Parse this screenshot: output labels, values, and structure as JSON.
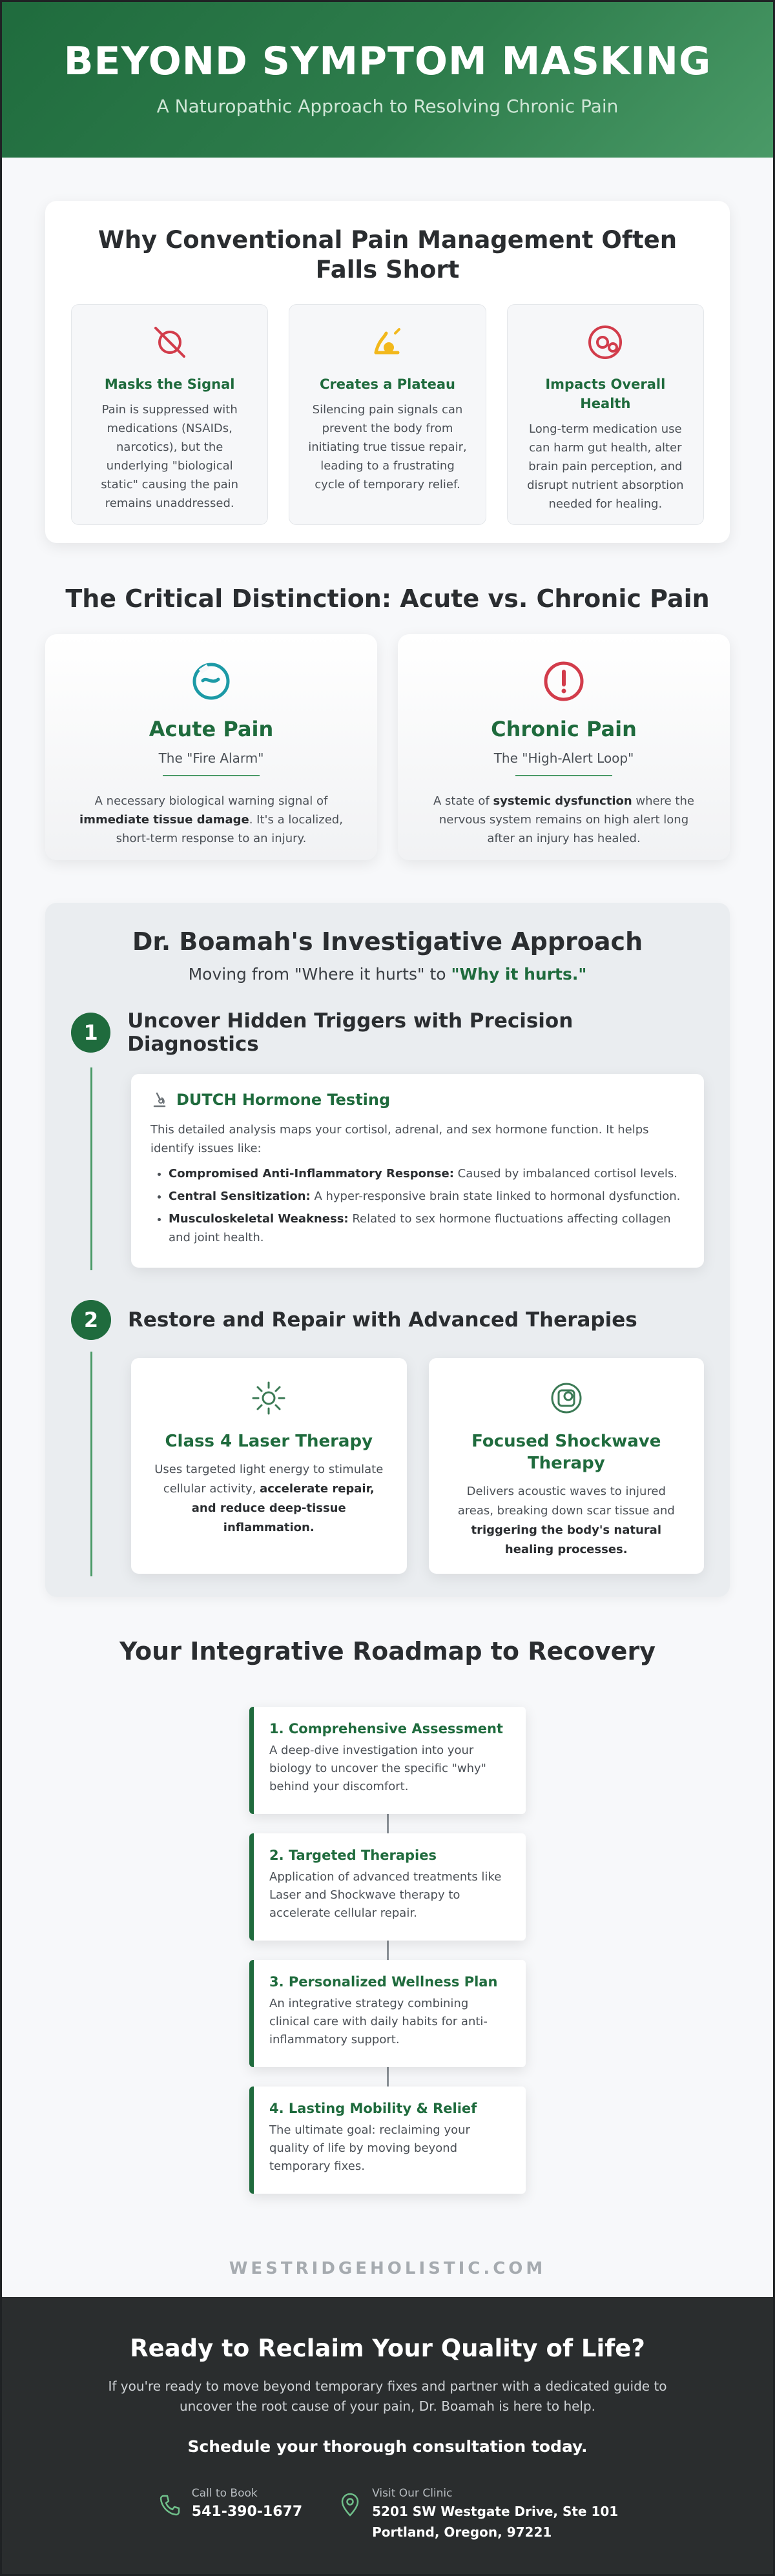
{
  "header": {
    "title": "BEYOND SYMPTOM MASKING",
    "subtitle": "A Naturopathic Approach to Resolving Chronic Pain"
  },
  "why": {
    "title": "Why Conventional Pain Management Often Falls Short",
    "items": [
      {
        "icon": "crossed-pill-icon",
        "title": "Masks the Signal",
        "text": "Pain is suppressed with medications (NSAIDs, narcotics), but the underlying \"biological static\" causing the pain remains unaddressed."
      },
      {
        "icon": "plateau-icon",
        "title": "Creates a Plateau",
        "text": "Silencing pain signals can prevent the body from initiating true tissue repair, leading to a frustrating cycle of temporary relief."
      },
      {
        "icon": "target-icon",
        "title": "Impacts Overall Health",
        "text": "Long-term medication use can harm gut health, alter brain pain perception, and disrupt nutrient absorption needed for healing."
      }
    ]
  },
  "distinction": {
    "title": "The Critical Distinction: Acute vs. Chronic Pain",
    "acute": {
      "title": "Acute Pain",
      "tag": "The \"Fire Alarm\"",
      "text_a": "A necessary biological warning signal of ",
      "text_b": "immediate tissue damage",
      "text_c": ". It's a localized, short-term response to an injury."
    },
    "chronic": {
      "title": "Chronic Pain",
      "tag": "The \"High-Alert Loop\"",
      "text_a": "A state of ",
      "text_b": "systemic dysfunction",
      "text_c": " where the nervous system remains on high alert long after an injury has healed."
    }
  },
  "approach": {
    "title": "Dr. Boamah's Investigative Approach",
    "lead_a": "Moving from \"Where it hurts\" to ",
    "lead_b": "\"Why it hurts.\"",
    "step1": {
      "num": "1",
      "title": "Uncover Hidden Triggers with Precision Diagnostics",
      "card_title": "DUTCH Hormone Testing",
      "card_text": "This detailed analysis maps your cortisol, adrenal, and sex hormone function. It helps identify issues like:",
      "bullets": [
        {
          "b": "Compromised Anti-Inflammatory Response:",
          "t": " Caused by imbalanced cortisol levels."
        },
        {
          "b": "Central Sensitization:",
          "t": " A hyper-responsive brain state linked to hormonal dysfunction."
        },
        {
          "b": "Musculoskeletal Weakness:",
          "t": " Related to sex hormone fluctuations affecting collagen and joint health."
        }
      ]
    },
    "step2": {
      "num": "2",
      "title": "Restore and Repair with Advanced Therapies",
      "laser": {
        "title": "Class 4 Laser Therapy",
        "text_a": "Uses targeted light energy to stimulate cellular activity, ",
        "text_b": "accelerate repair, and reduce deep-tissue inflammation."
      },
      "shock": {
        "title": "Focused Shockwave Therapy",
        "text_a": "Delivers acoustic waves to injured areas, breaking down scar tissue and ",
        "text_b": "triggering the body's natural healing processes."
      }
    }
  },
  "roadmap": {
    "title": "Your Integrative Roadmap to Recovery",
    "steps": [
      {
        "title": "1. Comprehensive Assessment",
        "text": "A deep-dive investigation into your biology to uncover the specific \"why\" behind your discomfort."
      },
      {
        "title": "2. Targeted Therapies",
        "text": "Application of advanced treatments like Laser and Shockwave therapy to accelerate cellular repair."
      },
      {
        "title": "3. Personalized Wellness Plan",
        "text": "An integrative strategy combining clinical care with daily habits for anti-inflammatory support."
      },
      {
        "title": "4. Lasting Mobility & Relief",
        "text": "The ultimate goal: reclaiming your quality of life by moving beyond temporary fixes."
      }
    ]
  },
  "brand": "WESTRIDGEHOLISTIC.COM",
  "footer": {
    "title": "Ready to Reclaim Your Quality of Life?",
    "text": "If you're ready to move beyond temporary fixes and partner with a dedicated guide to uncover the root cause of your pain, Dr. Boamah is here to help.",
    "cta": "Schedule your thorough consultation today.",
    "call_label": "Call to Book",
    "phone": "541-390-1677",
    "visit_label": "Visit Our Clinic",
    "address_1": "5201 SW Westgate Drive, Ste 101",
    "address_2": "Portland, Oregon, 97221"
  },
  "colors": {
    "brand_green": "#1f6b3d",
    "danger_red": "#d23c4b",
    "amber": "#f2b81c",
    "teal": "#1c9aa6"
  }
}
